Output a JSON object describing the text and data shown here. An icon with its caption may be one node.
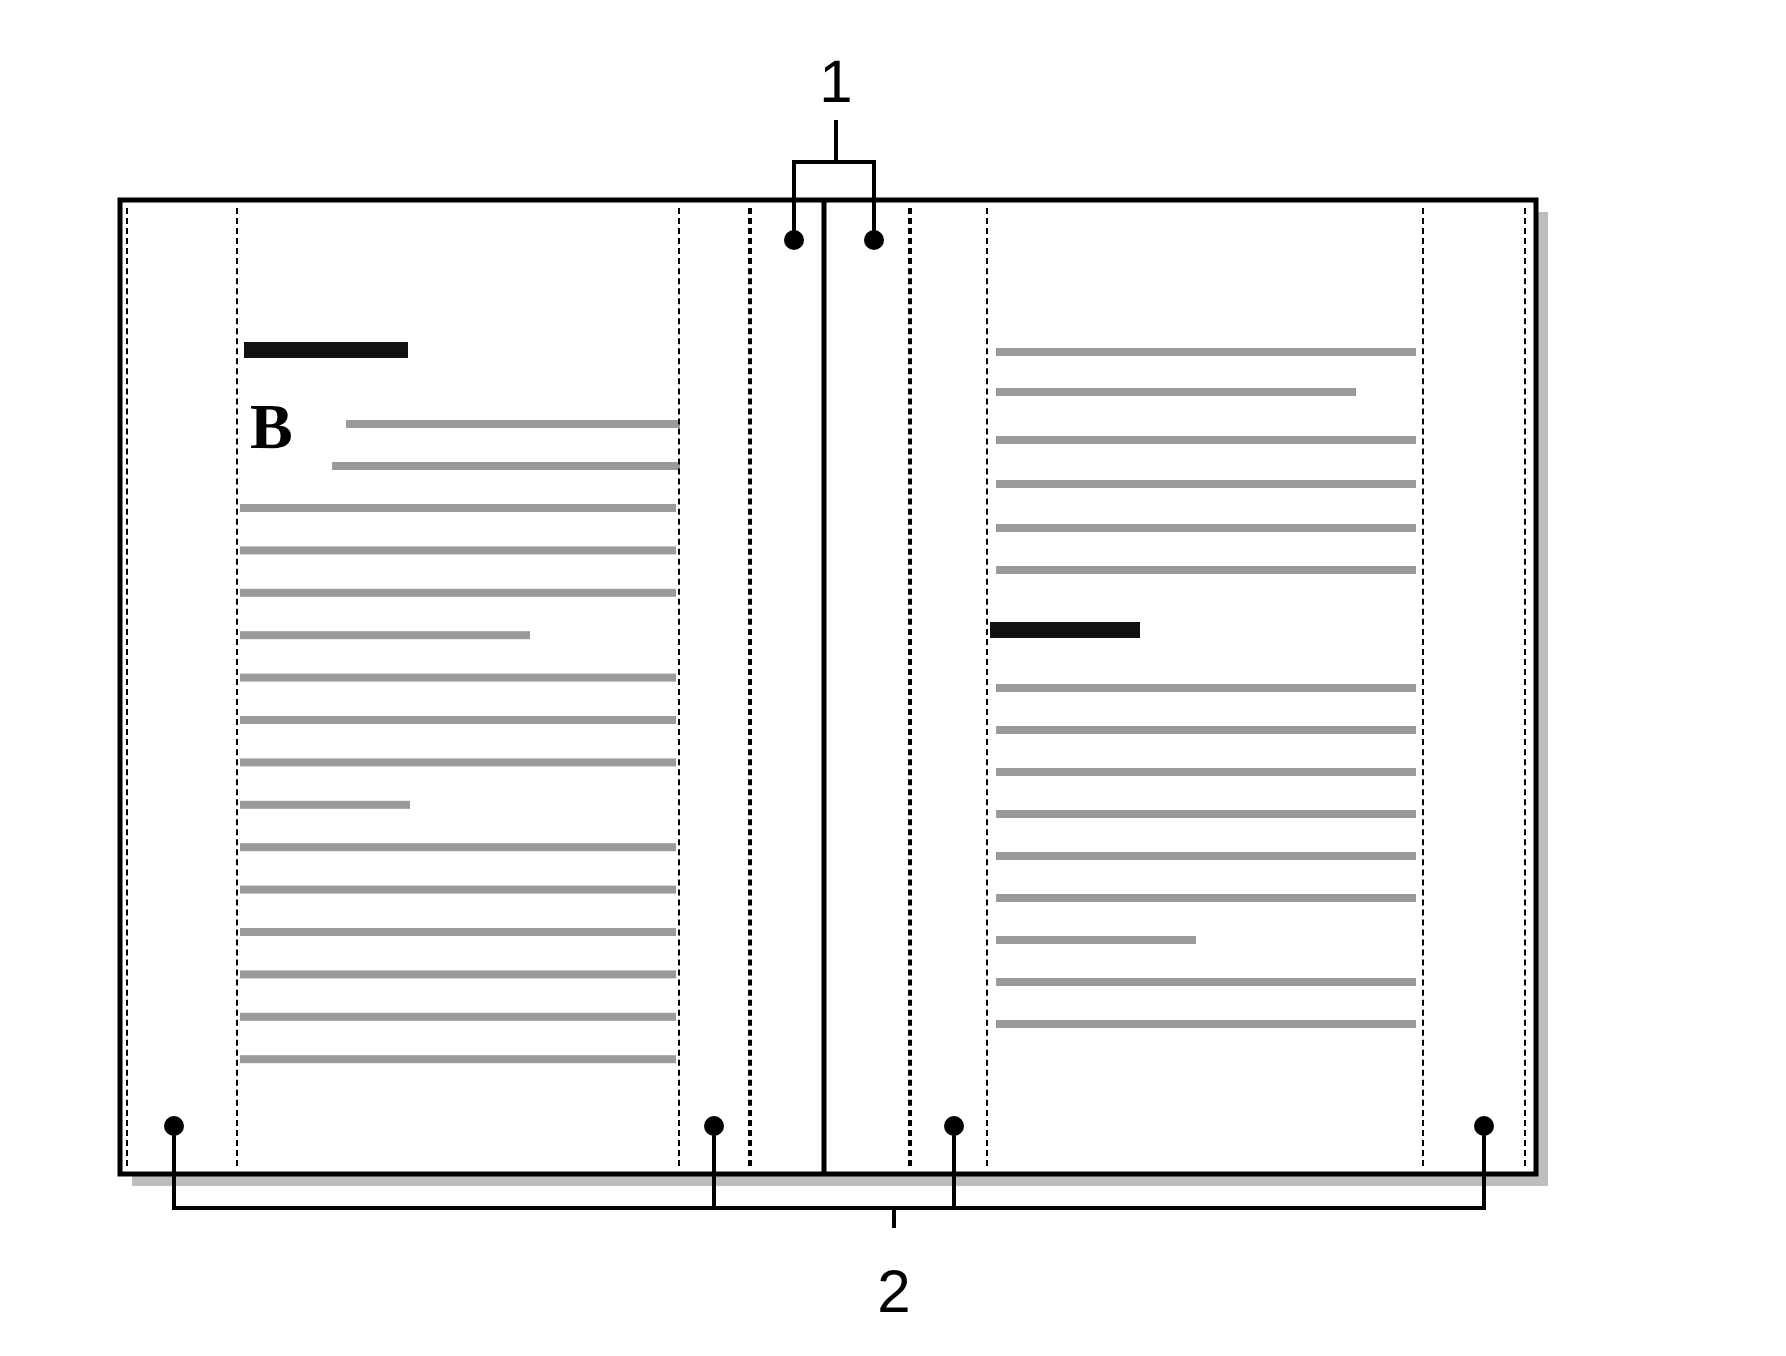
{
  "diagram": {
    "nodes": [
      {
        "text": [
          "1"
        ]
      },
      {
        "text": [],
        "shape": "box"
      },
      {
        "text": [],
        "shape": "box"
      },
      {
        "text": [],
        "shape": "box"
      },
      {
        "text": [],
        "shape": "box"
      },
      {
        "text": [],
        "shape": "box"
      },
      {
        "text": [],
        "shape": "box"
      },
      {
        "text": [
          "2"
        ]
      }
    ],
    "edges": [
      {
        "from": 0,
        "to": 3,
        "arrow": "other"
      },
      {
        "from": 0,
        "to": 4,
        "arrow": "other"
      },
      {
        "from": 7,
        "to": 1,
        "arrow": "other"
      },
      {
        "from": 7,
        "to": 2,
        "arrow": "other"
      },
      {
        "from": 7,
        "to": 5,
        "arrow": "other"
      },
      {
        "from": 7,
        "to": 6,
        "arrow": "other"
      }
    ],
    "labels": [
      "B"
    ]
  }
}
